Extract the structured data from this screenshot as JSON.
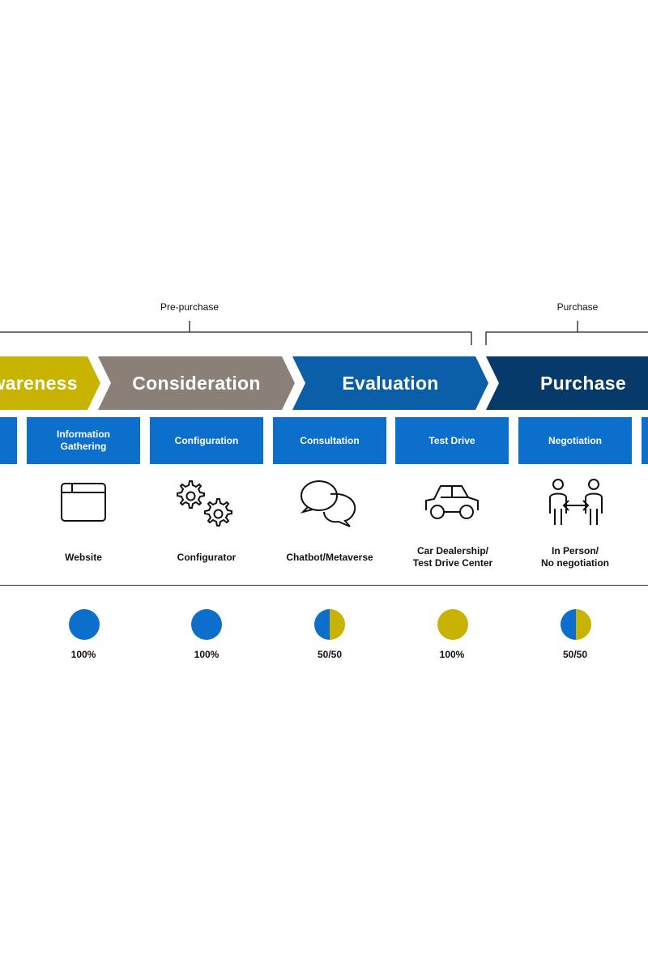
{
  "phases": {
    "pre_purchase": "Pre-purchase",
    "purchase": "Purchase"
  },
  "stages": [
    {
      "label": "Awareness",
      "color": "#c8b400"
    },
    {
      "label": "Consideration",
      "color": "#8a8078"
    },
    {
      "label": "Evaluation",
      "color": "#0a5fa8"
    },
    {
      "label": "Purchase",
      "color": "#063a6a"
    }
  ],
  "steps": [
    {
      "label": "Information\nGathering"
    },
    {
      "label": "Configuration"
    },
    {
      "label": "Consultation"
    },
    {
      "label": "Test Drive"
    },
    {
      "label": "Negotiation"
    }
  ],
  "step_color": "#0d6fcc",
  "channels": [
    {
      "label": "Website",
      "icon": "browser-window-icon"
    },
    {
      "label": "Configurator",
      "icon": "gears-icon"
    },
    {
      "label": "Chatbot/Metaverse",
      "icon": "chat-bubbles-icon"
    },
    {
      "label": "Car Dealership/\nTest Drive Center",
      "icon": "car-icon"
    },
    {
      "label": "In Person/\nNo negotiation",
      "icon": "people-exchange-icon"
    }
  ],
  "shares": [
    {
      "label": "100%",
      "digital_fraction": 1.0
    },
    {
      "label": "100%",
      "digital_fraction": 1.0
    },
    {
      "label": "50/50",
      "digital_fraction": 0.5
    },
    {
      "label": "100%",
      "digital_fraction": 0.0
    },
    {
      "label": "50/50",
      "digital_fraction": 0.5
    }
  ],
  "colors": {
    "digital": "#0d6fcc",
    "physical": "#c8b400"
  }
}
